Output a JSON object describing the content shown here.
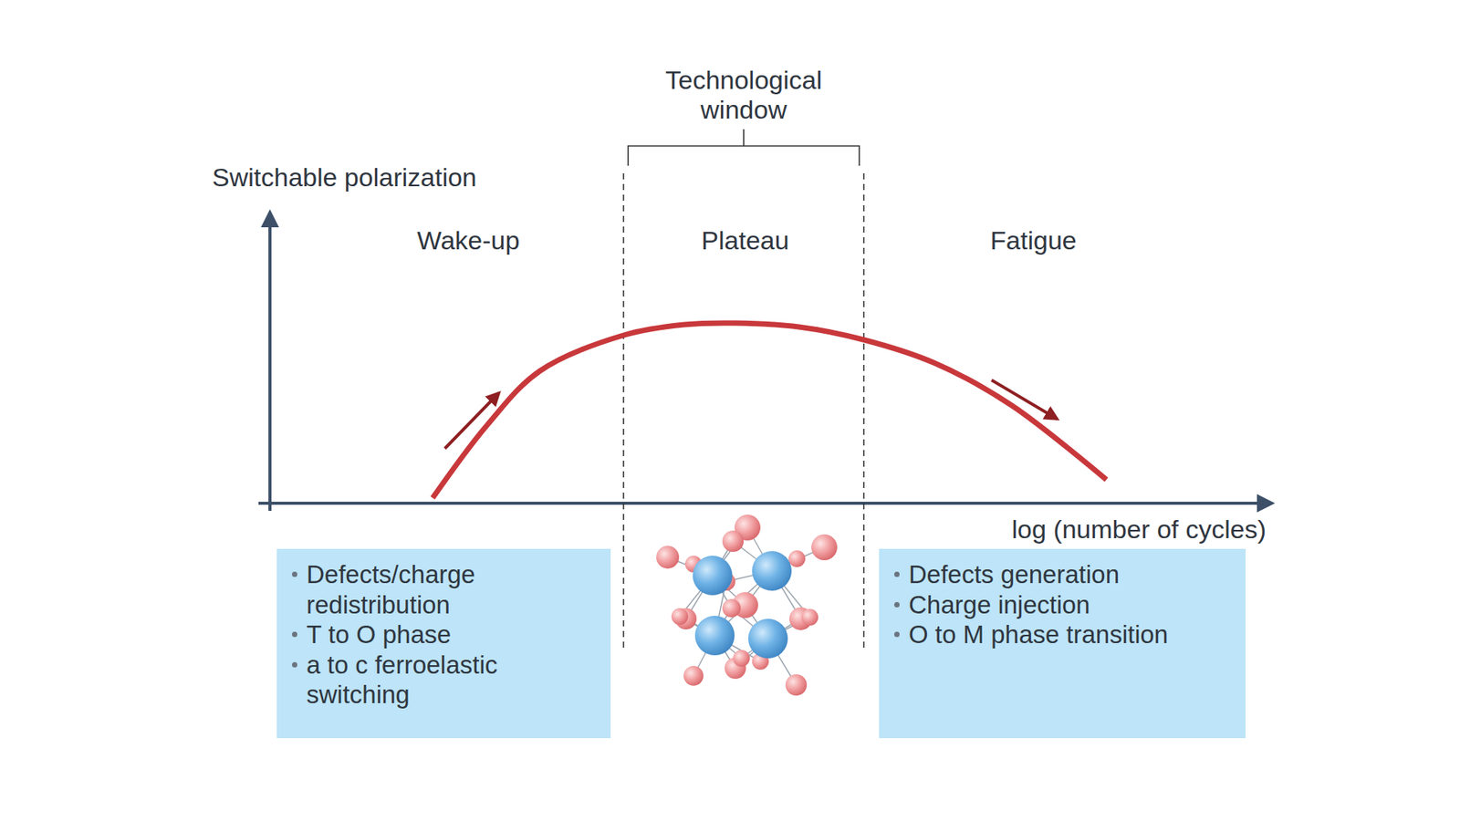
{
  "diagram": {
    "nodes": [
      {
        "text": [
          "Defects/charge redistribution",
          "T to O phase",
          "a to c ferroelastic switching"
        ]
      },
      {
        "text": [
          "Defects generation",
          "Charge injection",
          "O to M phase transition"
        ]
      }
    ],
    "labels": [
      "Technological window",
      "Switchable polarization",
      "Wake-up",
      "Plateau",
      "Fatigue",
      "log (number of cycles)"
    ]
  }
}
